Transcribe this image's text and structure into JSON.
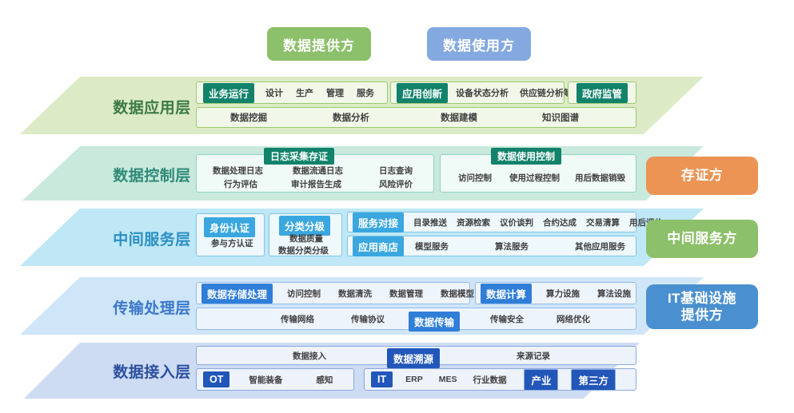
{
  "top_roles": [
    {
      "name": "data-provider",
      "label": "数据提供方",
      "color": "#8cc06a"
    },
    {
      "name": "data-consumer",
      "label": "数据使用方",
      "color": "#83a9e0"
    }
  ],
  "parties": [
    {
      "name": "notary",
      "label": "存证方",
      "color": "#eb9454"
    },
    {
      "name": "broker",
      "label": "中间服务方",
      "color": "#8cc06a"
    },
    {
      "name": "it-infra",
      "label": "IT基础设施提供方",
      "line1": "IT基础设施",
      "line2": "提供方",
      "color": "#4a90d0"
    }
  ],
  "layers": {
    "application": {
      "label": "数据应用层",
      "band_color": "#dcebc6",
      "accent": "#12826b",
      "group1": {
        "chip": "业务运行",
        "items": [
          "设计",
          "生产",
          "管理",
          "服务"
        ]
      },
      "group2": {
        "chip": "应用创新",
        "items": [
          "设备状态分析",
          "供应链分析等"
        ]
      },
      "group3": {
        "chip": "政府监管"
      },
      "bottom_items": [
        "数据挖掘",
        "数据分析",
        "数据建模",
        "知识图谱"
      ]
    },
    "control": {
      "label": "数据控制层",
      "band_color": "#c9e9dd",
      "accent": "#12826b",
      "group1": {
        "legend": "日志采集存证",
        "row1": [
          "数据处理日志",
          "数据流通日志",
          "日志查询"
        ],
        "row2": [
          "行为评估",
          "审计报告生成",
          "风险评价"
        ]
      },
      "group2": {
        "legend": "数据使用控制",
        "row1": [
          "访问控制",
          "使用过程控制",
          "用后数据销毁"
        ]
      }
    },
    "service": {
      "label": "中间服务层",
      "band_color": "#bfe7f5",
      "accent": "#3aa7e0",
      "group1": {
        "chip": "身份认证",
        "items": [
          "参与方认证"
        ]
      },
      "group2": {
        "chip": "分类分级",
        "items": [
          "数据质量",
          "数据分类分级"
        ]
      },
      "group3": {
        "chip": "服务对接",
        "items": [
          "目录推送",
          "资源检索",
          "议价谈判",
          "合约达成",
          "交易清算",
          "用后评价"
        ]
      },
      "group4": {
        "chip": "应用商店",
        "items": [
          "模型服务",
          "算法服务",
          "其他应用服务"
        ]
      }
    },
    "transport": {
      "label": "传输处理层",
      "band_color": "#cfe5f8",
      "accent": "#2f7ed8",
      "group1": {
        "chip": "数据存储处理",
        "items": [
          "访问控制",
          "数据清洗",
          "数据管理",
          "数据模型"
        ]
      },
      "group2": {
        "chip": "数据计算",
        "items": [
          "算力设施",
          "算法设施"
        ]
      },
      "bottom": {
        "items_before": [
          "传输网络",
          "传输协议"
        ],
        "chip": "数据传输",
        "items_after": [
          "传输安全",
          "网络优化"
        ]
      }
    },
    "access": {
      "label": "数据接入层",
      "band_color": "#cddcf3",
      "accent": "#2256b8",
      "top_bar": {
        "item1": "数据接入",
        "chip": "数据溯源",
        "item2": "来源记录"
      },
      "group_ot": {
        "chip": "OT",
        "items": [
          "智能装备",
          "感知"
        ]
      },
      "group_it": {
        "chip": "IT",
        "items": [
          "ERP",
          "MES",
          "行业数据"
        ],
        "chip2": "产业",
        "chip3": "第三方"
      }
    }
  }
}
